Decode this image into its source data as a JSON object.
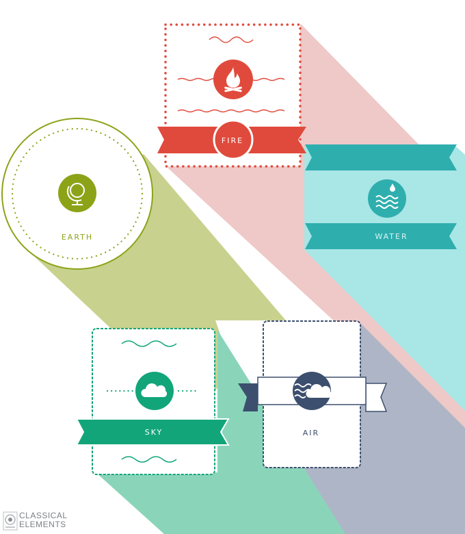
{
  "elements": {
    "fire": {
      "label": "FIRE",
      "color": "#e04a3c"
    },
    "water": {
      "label": "WATER",
      "color": "#2faeae"
    },
    "earth": {
      "label": "EARTH",
      "color": "#8ca318"
    },
    "sky": {
      "label": "SKY",
      "color": "#12a57a"
    },
    "air": {
      "label": "AIR",
      "color": "#3d4f6e"
    }
  },
  "brand": {
    "line1": "CLASSICAL",
    "line2": "ELEMENTS"
  },
  "icons": [
    "fire-icon",
    "water-drop-icon",
    "globe-icon",
    "cloud-icon",
    "wind-cloud-icon",
    "brand-seal-icon"
  ]
}
